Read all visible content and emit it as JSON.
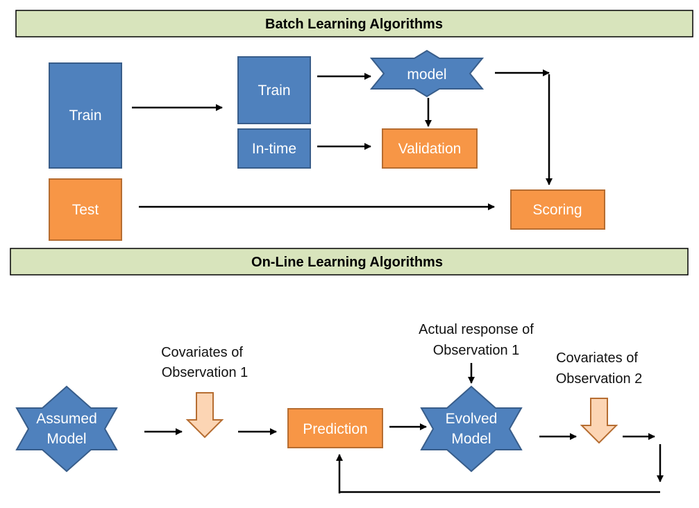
{
  "colors": {
    "header_fill": "#d8e4bc",
    "blue_fill": "#4f81bd",
    "blue_stroke": "#385d8a",
    "orange_fill": "#f79646",
    "orange_stroke": "#b66d31",
    "peach_fill": "#fcd5b4",
    "arrow": "#000000"
  },
  "batch": {
    "title": "Batch Learning Algorithms",
    "train_full": "Train",
    "test": "Test",
    "train": "Train",
    "in_time": "In-time",
    "model": "model",
    "validation": "Validation",
    "scoring": "Scoring"
  },
  "online": {
    "title": "On-Line Learning Algorithms",
    "assumed_model": [
      "Assumed",
      "Model"
    ],
    "covariates_1": [
      "Covariates of",
      "Observation 1"
    ],
    "prediction": "Prediction",
    "actual_response": [
      "Actual response of",
      "Observation 1"
    ],
    "evolved_model": [
      "Evolved",
      "Model"
    ],
    "covariates_2": [
      "Covariates of",
      "Observation 2"
    ]
  }
}
